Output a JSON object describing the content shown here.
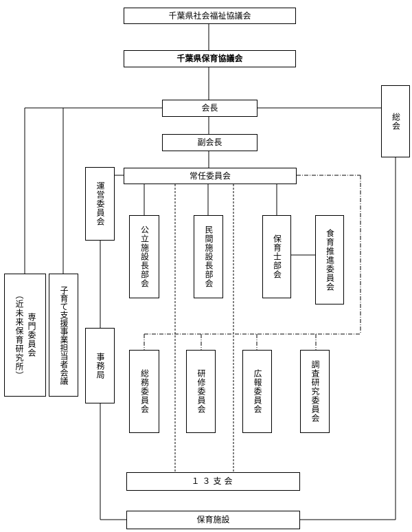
{
  "nodes": {
    "shakyo": "千葉県社会福祉協議会",
    "hoikyo": "千葉県保育協議会",
    "kaicho": "会長",
    "sokai": "総会",
    "fukukaicho": "副会長",
    "joninkai": "常任委員会",
    "uneikai": "運営委員会",
    "koritsu": "公立施設長部会",
    "minkan": "民間施設長部会",
    "hoikushi": "保育士部会",
    "shokuiku": "食育推進委員会",
    "senmon_line1": "専門委員会",
    "senmon_line2": "（近未来保育研究所）",
    "kosodate": "子育て支援事業担当者会議",
    "jimukyoku": "事務局",
    "somu": "総務委員会",
    "kenshu": "研修委員会",
    "koho": "広報委員会",
    "chosa": "調査研究委員会",
    "shikai": "１３支会",
    "shisetsu": "保育施設"
  }
}
